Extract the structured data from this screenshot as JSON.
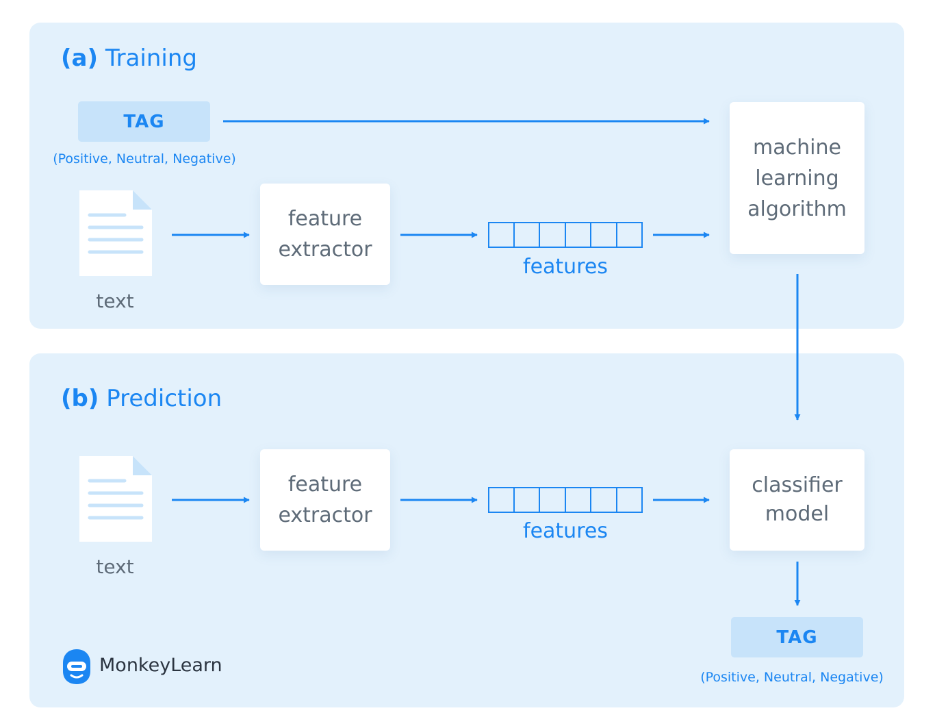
{
  "training": {
    "title_letter": "(a)",
    "title_text": "Training",
    "tag_label": "TAG",
    "tag_note": "(Positive, Neutral, Negative)",
    "text_caption": "text",
    "extractor_lines": [
      "feature",
      "extractor"
    ],
    "features_label": "features",
    "algorithm_lines": [
      "machine",
      "learning",
      "algorithm"
    ]
  },
  "prediction": {
    "title_letter": "(b)",
    "title_text": "Prediction",
    "text_caption": "text",
    "extractor_lines": [
      "feature",
      "extractor"
    ],
    "features_label": "features",
    "classifier_lines": [
      "classifier",
      "model"
    ],
    "tag_label": "TAG",
    "tag_note": "(Positive, Neutral, Negative)"
  },
  "brand": {
    "name": "MonkeyLearn"
  },
  "colors": {
    "accent": "#1b86f2",
    "panel_bg": "#e3f1fc",
    "tag_bg": "#c7e3fa",
    "box_text": "#5e6b78"
  },
  "icons": [
    "document-icon",
    "arrow-right-icon",
    "arrow-down-icon",
    "feature-vector-icon",
    "monkey-logo-icon"
  ]
}
